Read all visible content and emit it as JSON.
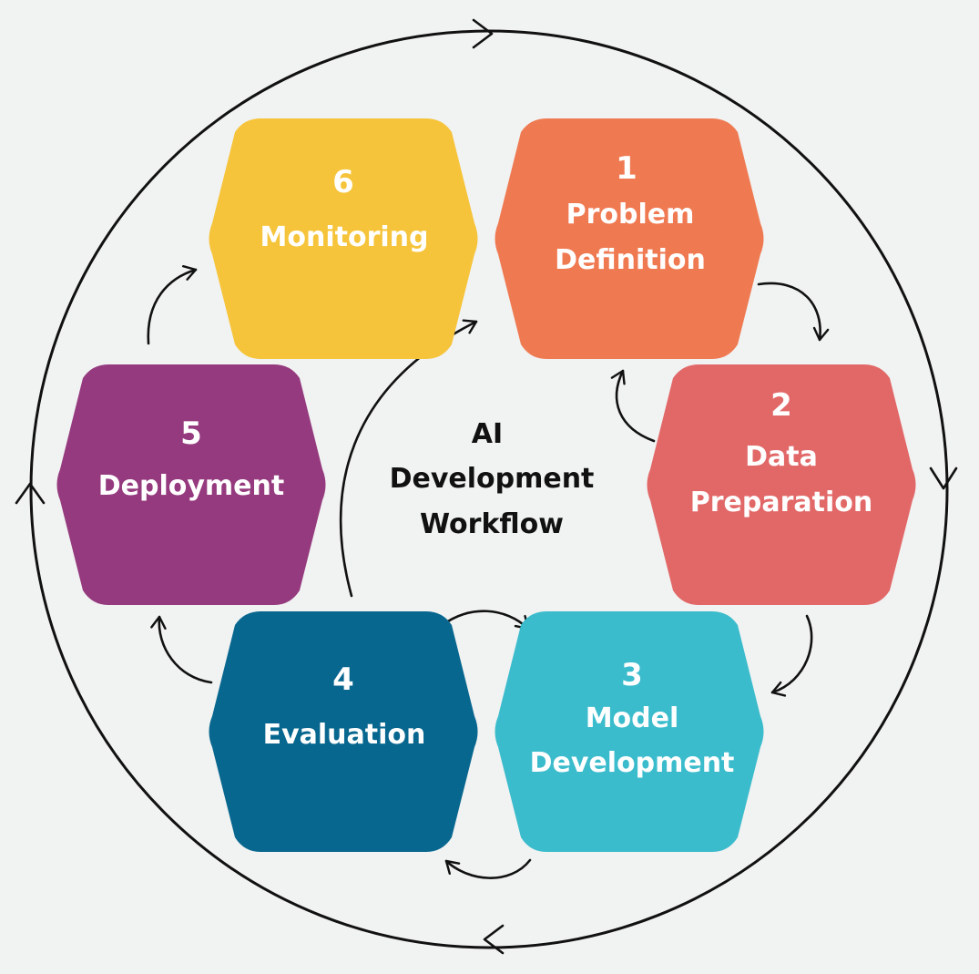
{
  "title": [
    "AI",
    "Development",
    "Workflow"
  ],
  "steps": [
    {
      "number": "1",
      "label": [
        "Problem",
        "Definition"
      ],
      "color": "#ef7a52"
    },
    {
      "number": "2",
      "label": [
        "Data",
        "Preparation"
      ],
      "color": "#e26868"
    },
    {
      "number": "3",
      "label": [
        "Model",
        "Development"
      ],
      "color": "#3bbccc"
    },
    {
      "number": "4",
      "label": [
        "Evaluation"
      ],
      "color": "#08678f"
    },
    {
      "number": "5",
      "label": [
        "Deployment"
      ],
      "color": "#953a7e"
    },
    {
      "number": "6",
      "label": [
        "Monitoring"
      ],
      "color": "#f6c43a"
    }
  ],
  "colors": {
    "background": "#f1f2f2",
    "ink": "#111111",
    "text_on_shape": "#ffffff"
  }
}
